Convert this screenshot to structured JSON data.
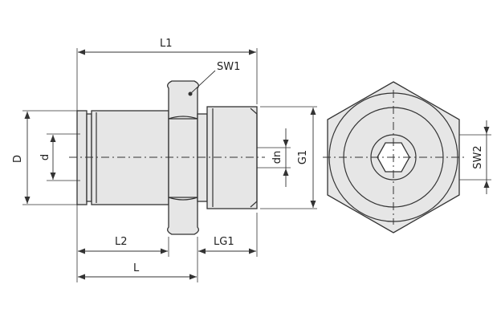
{
  "labels": {
    "L1": "L1",
    "SW1": "SW1",
    "D": "D",
    "d": "d",
    "dn": "dn",
    "G1": "G1",
    "SW2": "SW2",
    "L2": "L2",
    "LG1": "LG1",
    "L": "L"
  },
  "colors": {
    "fill": "#e6e6e6",
    "line": "#333333"
  }
}
